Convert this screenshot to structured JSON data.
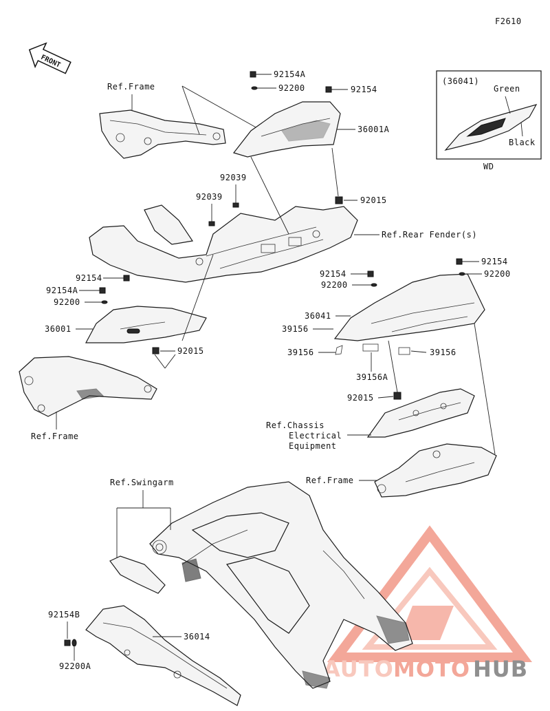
{
  "figure_code": "F2610",
  "front_arrow_label": "FRONT",
  "inset": {
    "part_ref": "(36041)",
    "color_green": "Green",
    "color_black": "Black",
    "variant": "WD"
  },
  "labels": {
    "p92154A_top": "92154A",
    "p92200_top": "92200",
    "p92154_top": "92154",
    "p36001A": "36001A",
    "ref_frame_top": "Ref.Frame",
    "p92015_top": "92015",
    "p92039_a": "92039",
    "p92039_b": "92039",
    "ref_rear_fender": "Ref.Rear Fender(s)",
    "p92154_left": "92154",
    "p92154A_left": "92154A",
    "p92200_left": "92200",
    "p36001": "36001",
    "p92015_left": "92015",
    "ref_frame_left": "Ref.Frame",
    "p92154_mid": "92154",
    "p92200_mid": "92200",
    "p92154_right": "92154",
    "p92200_right": "92200",
    "p36041": "36041",
    "p39156_a": "39156",
    "p39156_b": "39156",
    "p39156_c": "39156",
    "p39156A": "39156A",
    "p92015_mid": "92015",
    "ref_chassis_1": "Ref.Chassis",
    "ref_chassis_2": "Electrical",
    "ref_chassis_3": "Equipment",
    "ref_frame_right": "Ref.Frame",
    "ref_swingarm": "Ref.Swingarm",
    "p92154B": "92154B",
    "p36014": "36014",
    "p92200A": "92200A"
  },
  "watermark": {
    "part1": "AUTO",
    "part2": "MOTO",
    "part3": "HUB",
    "color_light": "#f6b6a8",
    "color_mid": "#f08a78",
    "color_dark": "#6a6a6a"
  }
}
